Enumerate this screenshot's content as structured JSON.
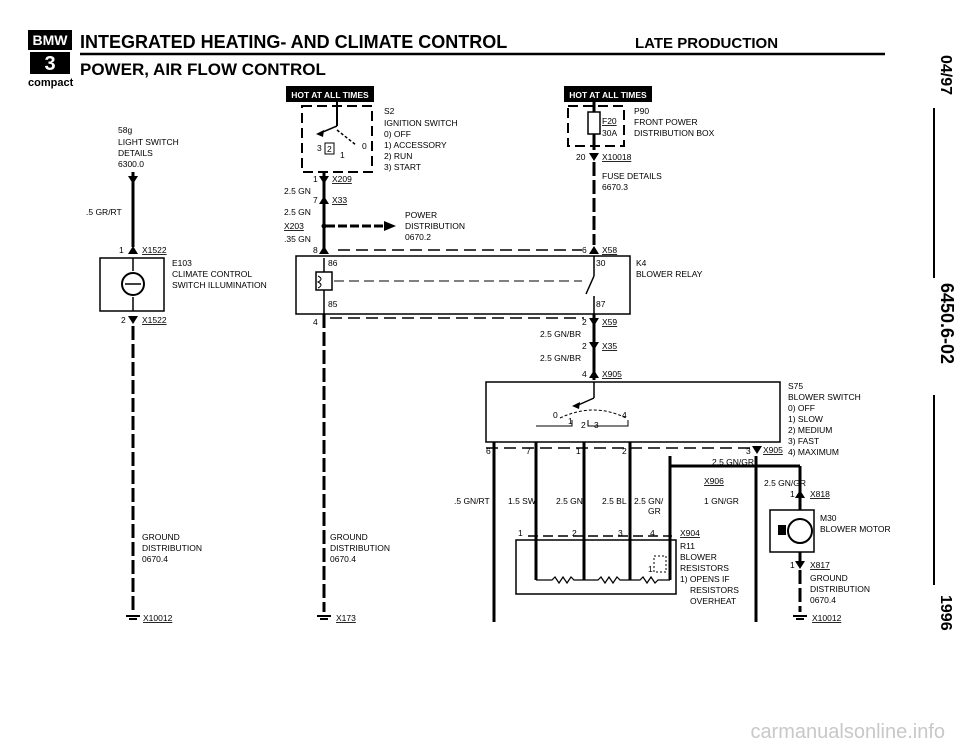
{
  "header": {
    "logo": "BMW",
    "series": "3",
    "model": "compact",
    "title": "INTEGRATED HEATING- AND CLIMATE CONTROL",
    "production": "LATE PRODUCTION",
    "subtitle": "POWER, AIR FLOW CONTROL"
  },
  "side_margin": {
    "date": "04/97",
    "code": "6450.6-02",
    "year": "1996"
  },
  "hot_badges": [
    "HOT AT ALL TIMES",
    "HOT AT ALL TIMES"
  ],
  "components": {
    "light_switch": [
      "58g",
      "LIGHT SWITCH",
      "DETAILS",
      "6300.0"
    ],
    "ignition_switch": [
      "S2",
      "IGNITION SWITCH",
      "0) OFF",
      "1) ACCESSORY",
      "2) RUN",
      "3) START"
    ],
    "ign_contacts": [
      "3",
      "2",
      "1",
      "0"
    ],
    "front_power": [
      "P90",
      "FRONT POWER",
      "DISTRIBUTION BOX"
    ],
    "fuse": [
      "F20",
      "30A"
    ],
    "fuse_details": [
      "FUSE DETAILS",
      "6670.3"
    ],
    "power_dist": [
      "POWER",
      "DISTRIBUTION",
      "0670.2"
    ],
    "e103": [
      "E103",
      "CLIMATE CONTROL",
      "SWITCH ILLUMINATION"
    ],
    "relay": [
      "K4",
      "BLOWER RELAY"
    ],
    "relay_pins": [
      "86",
      "85",
      "30",
      "87"
    ],
    "blower_switch": [
      "S75",
      "BLOWER SWITCH",
      "0) OFF",
      "1) SLOW",
      "2) MEDIUM",
      "3) FAST",
      "4) MAXIMUM"
    ],
    "blower_switch_positions": [
      "0",
      "1",
      "2",
      "3",
      "4"
    ],
    "blower_motor": [
      "M30",
      "BLOWER MOTOR"
    ],
    "resistors": [
      "R11",
      "BLOWER",
      "RESISTORS",
      "1) OPENS IF",
      "RESISTORS",
      "OVERHEAT"
    ],
    "ground_left": [
      "GROUND",
      "DISTRIBUTION",
      "0670.4"
    ],
    "ground_mid": [
      "GROUND",
      "DISTRIBUTION",
      "0670.4"
    ],
    "ground_right": [
      "GROUND",
      "DISTRIBUTION",
      "0670.4"
    ]
  },
  "connectors": {
    "x1522_top": "X1522",
    "x1522_bot": "X1522",
    "x10012_left": "X10012",
    "x209": "X209",
    "x33": "X33",
    "x203": "X203",
    "x173": "X173",
    "x10018": "X10018",
    "x58": "X58",
    "x59": "X59",
    "x35": "X35",
    "x905_top": "X905",
    "x905_right": "X905",
    "x906": "X906",
    "x904": "X904",
    "x818": "X818",
    "x817": "X817",
    "x10012_right": "X10012"
  },
  "wires": {
    "w_5grrt": ".5 GR/RT",
    "w_25gn_a": "2.5 GN",
    "w_25gn_b": "2.5 GN",
    "w_35gn": ".35 GN",
    "w_25gnbr_a": "2.5 GN/BR",
    "w_25gnbr_b": "2.5 GN/BR",
    "w_25gngr": "2.5 GN/GR",
    "w_25gngr_b": "2.5 GN/GR",
    "w_1gngr": "1 GN/GR",
    "w_5gnrt": ".5 GN/RT",
    "w_15sw": "1.5 SW",
    "w_25gn_c": "2.5 GN",
    "w_25bl": "2.5 BL",
    "w_25gngr_c": "2.5 GN/",
    "w_25gngr_c2": "GR"
  },
  "pins": {
    "p_x1522_top": "1",
    "p_x1522_bot": "2",
    "p_x209": "1",
    "p_x33": "7",
    "p_x203": "8",
    "p_x10018": "20",
    "p_x58": "6",
    "p_relay4": "4",
    "p_x59": "2",
    "p_x35": "2",
    "p_x905": "4",
    "p_sw6": "6",
    "p_sw7": "7",
    "p_sw1": "1",
    "p_sw2": "2",
    "p_x905r": "3",
    "p_r1": "1",
    "p_r2": "2",
    "p_r3": "3",
    "p_r4": "4",
    "p_m1": "1",
    "p_m2": "1",
    "p_res1": "1"
  },
  "watermark": "carmanualsonline.info"
}
